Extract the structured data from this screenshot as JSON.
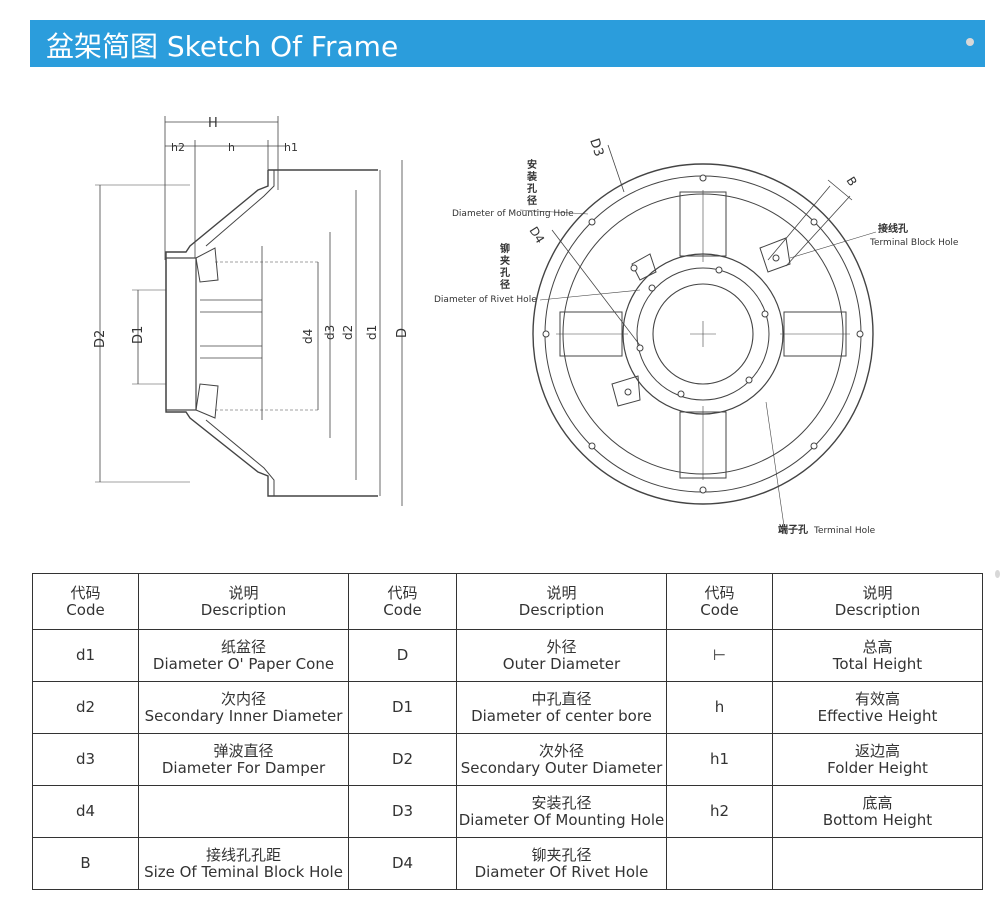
{
  "header": {
    "title": "盆架简图 Sketch Of Frame",
    "color": "#2b9ddc"
  },
  "diagram": {
    "side": {
      "H": "H",
      "h2": "h2",
      "h": "h",
      "h1": "h1",
      "D2": "D2",
      "D1": "D1",
      "d4": "d4",
      "d3": "d3",
      "d2": "d2",
      "d1": "d1",
      "D": "D"
    },
    "front": {
      "D3": "D3",
      "D4": "D4",
      "B": "B",
      "mounting_cn": [
        "安",
        "装",
        "孔",
        "径"
      ],
      "mounting_en": "Diameter of Mounting Hole",
      "rivet_cn": [
        "铆",
        "夹",
        "孔",
        "径"
      ],
      "rivet_en": "Diameter of Rivet Hole",
      "terminal_block_cn": "接线孔",
      "terminal_block_en": "Terminal Block Hole",
      "terminal_hole_cn": "端子孔",
      "terminal_hole_en": "Terminal Hole"
    }
  },
  "table": {
    "header": [
      {
        "cn": "代码",
        "en": "Code"
      },
      {
        "cn": "说明",
        "en": "Description"
      },
      {
        "cn": "代码",
        "en": "Code"
      },
      {
        "cn": "说明",
        "en": "Description"
      },
      {
        "cn": "代码",
        "en": "Code"
      },
      {
        "cn": "说明",
        "en": "Description"
      }
    ],
    "rows": [
      [
        {
          "code": "d1"
        },
        {
          "cn": "纸盆径",
          "en": "Diameter O' Paper Cone"
        },
        {
          "code": "D"
        },
        {
          "cn": "外径",
          "en": "Outer Diameter"
        },
        {
          "code": "⊢"
        },
        {
          "cn": "总高",
          "en": "Total Height"
        }
      ],
      [
        {
          "code": "d2"
        },
        {
          "cn": "次内径",
          "en": "Secondary Inner Diameter"
        },
        {
          "code": "D1"
        },
        {
          "cn": "中孔直径",
          "en": "Diameter of center bore"
        },
        {
          "code": "h"
        },
        {
          "cn": "有效高",
          "en": "Effective Height"
        }
      ],
      [
        {
          "code": "d3"
        },
        {
          "cn": "弹波直径",
          "en": "Diameter For Damper"
        },
        {
          "code": "D2"
        },
        {
          "cn": "次外径",
          "en": "Secondary Outer Diameter"
        },
        {
          "code": "h1"
        },
        {
          "cn": "返边高",
          "en": "Folder Height"
        }
      ],
      [
        {
          "code": "d4"
        },
        {
          "cn": "",
          "en": ""
        },
        {
          "code": "D3"
        },
        {
          "cn": "安装孔径",
          "en": "Diameter Of Mounting Hole"
        },
        {
          "code": "h2"
        },
        {
          "cn": "底高",
          "en": "Bottom Height"
        }
      ],
      [
        {
          "code": "B"
        },
        {
          "cn": "接线孔孔距",
          "en": "Size Of Teminal Block Hole"
        },
        {
          "code": "D4"
        },
        {
          "cn": "铆夹孔径",
          "en": "Diameter Of Rivet Hole"
        },
        {
          "code": ""
        },
        {
          "cn": "",
          "en": ""
        }
      ]
    ]
  }
}
